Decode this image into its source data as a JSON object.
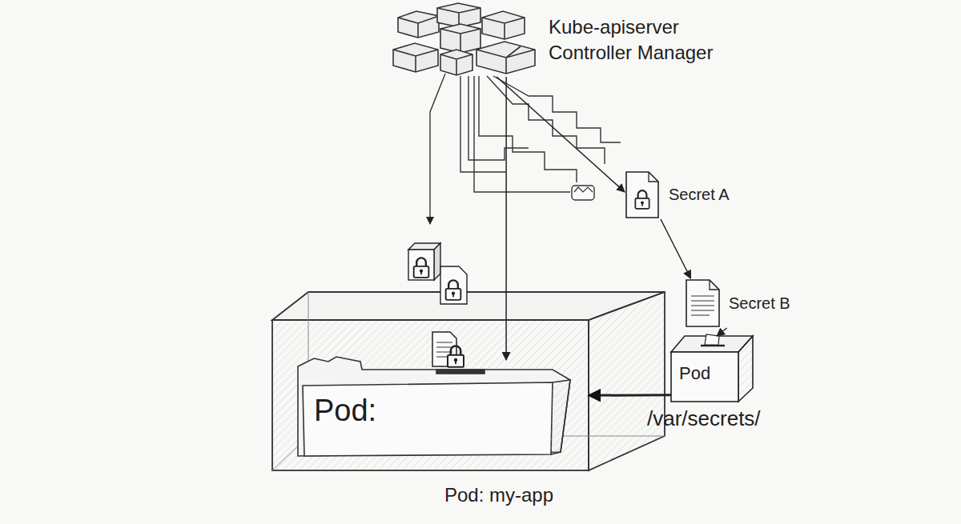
{
  "diagram": {
    "nodes": [
      {
        "text": [
          "Kube-apiserver Controller Manager"
        ]
      },
      {
        "text": [
          "Secret A"
        ]
      },
      {
        "text": [
          "Secret B"
        ]
      },
      {
        "text": [
          "Pod"
        ]
      },
      {
        "text": [
          "Pod: my-app"
        ]
      },
      {
        "text": [
          "Pod:"
        ],
        "in": 4
      }
    ],
    "edges": [
      {
        "from": 0,
        "to": 1,
        "arrow": "to"
      },
      {
        "from": 1,
        "to": 2,
        "arrow": "to"
      },
      {
        "from": 2,
        "to": 3,
        "arrow": "to"
      },
      {
        "from": 3,
        "to": 4,
        "arrow": "to",
        "label": "/var/secrets/"
      },
      {
        "from": 0,
        "to": 5,
        "arrow": "to"
      }
    ]
  }
}
